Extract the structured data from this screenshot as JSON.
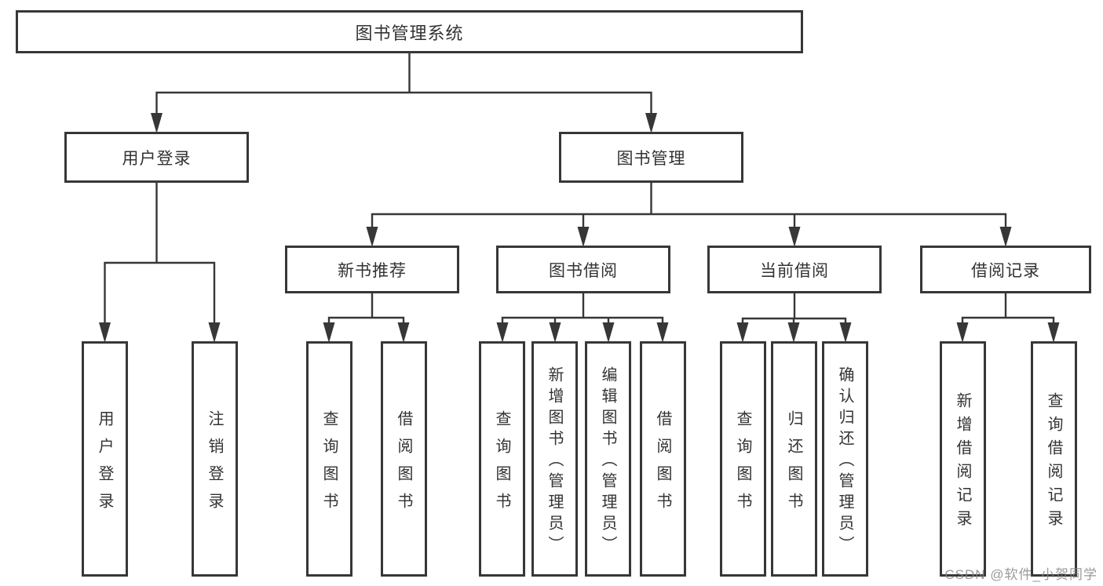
{
  "diagram": {
    "nodes": {
      "root": "图书管理系统",
      "user_login": "用户登录",
      "book_mgmt": "图书管理",
      "new_book_rec": "新书推荐",
      "book_borrow": "图书借阅",
      "current_borrow": "当前借阅",
      "borrow_records": "借阅记录",
      "login": "用户登录",
      "logout": "注销登录",
      "query_book": "查询图书",
      "borrow_book": "借阅图书",
      "add_book_admin": "新增图书（管理员）",
      "edit_book_admin": "编辑图书（管理员）",
      "return_book": "归还图书",
      "confirm_return_admin": "确认归还（管理员）",
      "add_borrow_record": "新增借阅记录",
      "query_borrow_record": "查询借阅记录"
    },
    "hierarchy": {
      "图书管理系统": [
        "用户登录",
        "图书管理"
      ],
      "用户登录": [
        "用户登录",
        "注销登录"
      ],
      "图书管理": [
        "新书推荐",
        "图书借阅",
        "当前借阅",
        "借阅记录"
      ],
      "新书推荐": [
        "查询图书",
        "借阅图书"
      ],
      "图书借阅": [
        "查询图书",
        "新增图书（管理员）",
        "编辑图书（管理员）",
        "借阅图书"
      ],
      "当前借阅": [
        "查询图书",
        "归还图书",
        "确认归还（管理员）"
      ],
      "借阅记录": [
        "新增借阅记录",
        "查询借阅记录"
      ]
    }
  },
  "watermark": {
    "text": "CSDN @软件_小贺同学"
  },
  "colors": {
    "line": "#373737",
    "box_border": "#373737",
    "text": "#333333",
    "background": "#ffffff",
    "watermark": "#848484"
  }
}
